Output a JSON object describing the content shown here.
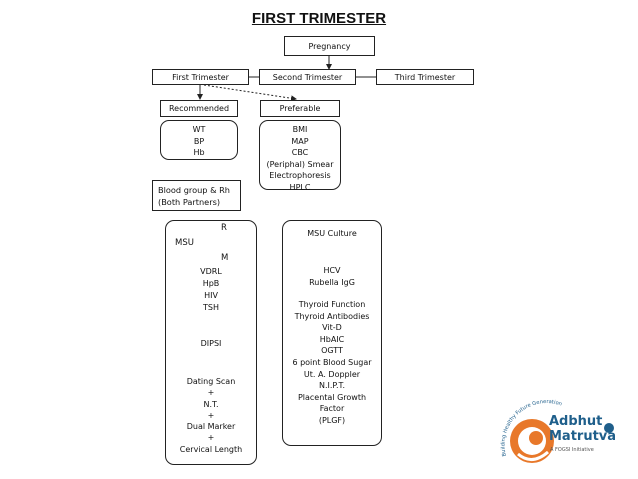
{
  "title": "FIRST TRIMESTER",
  "top_node": "Pregnancy",
  "trimesters": [
    "First Trimester",
    "Second Trimester",
    "Third Trimester"
  ],
  "recommended": {
    "label": "Recommended",
    "items": [
      "WT",
      "BP",
      "Hb"
    ]
  },
  "preferable": {
    "label": "Preferable",
    "items": [
      "BMI",
      "MAP",
      "CBC",
      "(Periphal) Smear",
      "Electrophoresis",
      "HPLC"
    ]
  },
  "blood_group": {
    "line1": "Blood group & Rh",
    "line2": "(Both Partners)"
  },
  "left_panel": {
    "msu": "MSU",
    "msu_r": "R",
    "msu_m": "M",
    "tests": [
      "VDRL",
      "HpB",
      "HIV",
      "TSH"
    ],
    "dipsi": "DIPSI",
    "scans": [
      "Dating Scan",
      "+",
      "N.T.",
      "+",
      "Dual Marker",
      "+",
      "Cervical Length"
    ]
  },
  "right_panel": {
    "msu_culture": "MSU Culture",
    "group1": [
      "HCV",
      "Rubella IgG"
    ],
    "group2": [
      "Thyroid Function",
      "Thyroid Antibodies",
      "Vit-D",
      "HbAIC",
      "OGTT",
      "6 point Blood Sugar",
      "Ut. A. Doppler",
      "N.I.P.T.",
      "Placental Growth",
      "Factor",
      "(PLGF)"
    ]
  },
  "logo": {
    "line1": "Adbhut",
    "line2": "Matrutva",
    "arc_text": "Building Healthy Future Generations",
    "tagline": "A FOGSI Initiative",
    "brand_orange": "#e8782a",
    "brand_blue": "#1f5f8b"
  }
}
